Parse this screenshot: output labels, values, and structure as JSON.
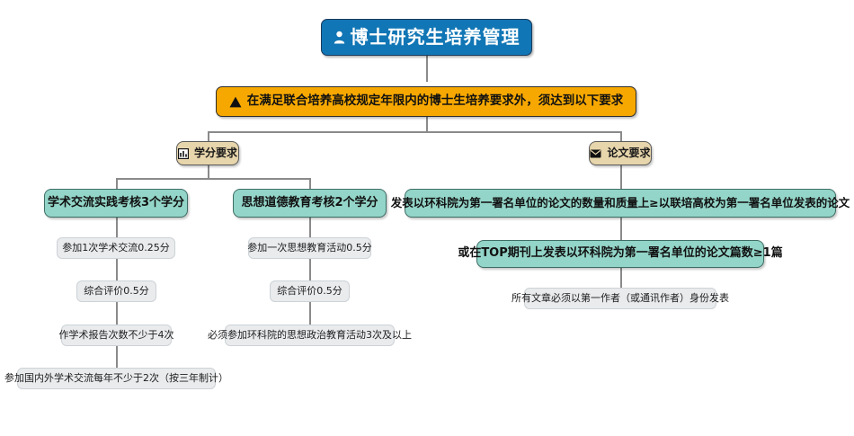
{
  "diagram": {
    "title_node": {
      "label": "博士研究生培养管理",
      "icon": "person-icon",
      "color": "#1176b5",
      "text_color": "#ffffff"
    },
    "notice_node": {
      "label": "在满足联合培养高校规定年限内的博士生培养要求外，须达到以下要求",
      "icon": "warning-triangle-icon",
      "color": "#f7a800"
    },
    "categories": [
      {
        "label": "学分要求",
        "icon": "calendar-icon",
        "color": "#e7d5ab"
      },
      {
        "label": "论文要求",
        "icon": "envelope-icon",
        "color": "#e7d5ab"
      }
    ],
    "requirements": [
      {
        "label": "学术交流实践考核3个学分",
        "color": "#93d5c8",
        "details": [
          "参加1次学术交流0.25分",
          "综合评价0.5分",
          "作学术报告次数不少于4次",
          "参加国内外学术交流每年不少于2次（按三年制计）"
        ]
      },
      {
        "label": "思想道德教育考核2个学分",
        "color": "#93d5c8",
        "details": [
          "参加一次思想教育活动0.5分",
          "综合评价0.5分",
          "必须参加环科院的思想政治教育活动3次及以上"
        ]
      },
      {
        "label": "发表以环科院为第一署名单位的论文的数量和质量上≥以联培高校为第一署名单位发表的论文",
        "color": "#93d5c8",
        "details": []
      },
      {
        "label": "或在TOP期刊上发表以环科院为第一署名单位的论文篇数≥1篇",
        "color": "#93d5c8",
        "details": [
          "所有文章必须以第一作者（或通讯作者）身份发表"
        ]
      }
    ],
    "line_color": "#8a8a8a",
    "background": "#ffffff"
  }
}
